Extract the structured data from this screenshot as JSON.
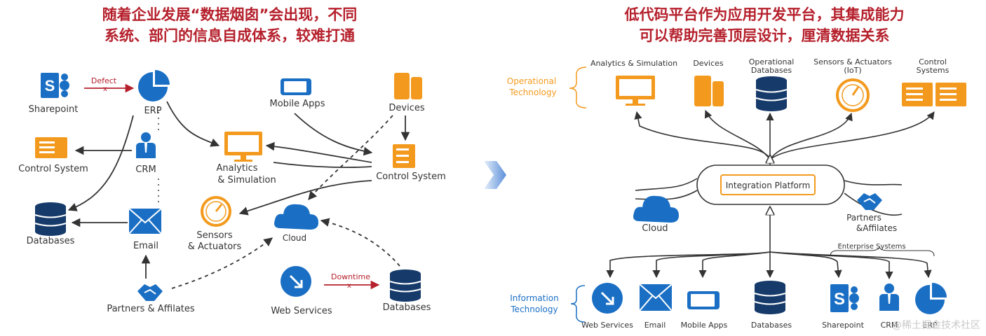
{
  "left": {
    "title_line1": "随着企业发展“数据烟囱”会出现，不同",
    "title_line2": "系统、部门的信息自成体系，较难打通",
    "labels": {
      "defect": "Defect",
      "sharepoint": "Sharepoint",
      "erp": "ERP",
      "crm": "CRM",
      "control_system_left": "Control System",
      "databases_left": "Databases",
      "email": "Email",
      "partners": "Partners & Affilates",
      "mobile_apps": "Mobile Apps",
      "devices": "Devices",
      "analytics_1": "Analytics",
      "analytics_2": "& Simulation",
      "control_system_right": "Control System",
      "sensors_1": "Sensors",
      "sensors_2": "& Actuators",
      "cloud": "Cloud",
      "web_services": "Web Services",
      "downtime": "Downtime",
      "databases_right": "Databases"
    }
  },
  "right": {
    "title_line1": "低代码平台作为应用开发平台，其集成能力",
    "title_line2": "可以帮助完善顶层设计，厘清数据关系",
    "labels": {
      "operational_1": "Operational",
      "operational_2": "Technology",
      "analytics_sim": "Analytics & Simulation",
      "devices": "Devices",
      "op_db_1": "Operational",
      "op_db_2": "Databases",
      "sensors_1": "Sensors & Actuators",
      "sensors_2": "(IoT)",
      "control_1": "Control",
      "control_2": "Systems",
      "integration": "Integration Platform",
      "cloud": "Cloud",
      "partners_1": "Partners",
      "partners_2": "&Affilates",
      "enterprise": "Enterprise Systems",
      "info_1": "Information",
      "info_2": "Technology",
      "web_services": "Web Services",
      "email": "Email",
      "mobile_apps": "Mobile Apps",
      "databases": "Databases",
      "sharepoint": "Sharepoint",
      "crm": "CRM",
      "erp": "ERP"
    }
  },
  "watermark": "@稀土掘金技术社区",
  "colors": {
    "title": "#b5202c",
    "blue": "#1a6fc4",
    "navy": "#163a6a",
    "orange": "#f39a1e",
    "red": "#b5202c",
    "line": "#333333"
  }
}
